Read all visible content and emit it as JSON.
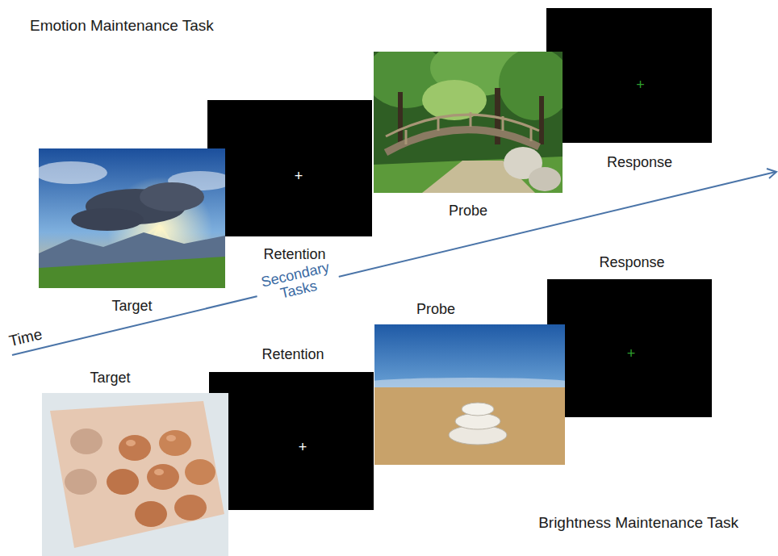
{
  "diagram": {
    "nodes": [
      {
        "text": [
          "Target"
        ]
      },
      {
        "text": [
          "+",
          "Retention"
        ]
      },
      {
        "text": [
          "Probe"
        ]
      },
      {
        "text": [
          "+",
          "Response"
        ]
      },
      {
        "text": [
          "Target"
        ]
      },
      {
        "text": [
          "Retention",
          "+"
        ]
      },
      {
        "text": [
          "Probe"
        ]
      },
      {
        "text": [
          "Response",
          "+"
        ]
      }
    ],
    "labels": [
      "Emotion Maintenance Task",
      "Time",
      "Secondary Tasks",
      "Brightness Maintenance Task"
    ]
  }
}
